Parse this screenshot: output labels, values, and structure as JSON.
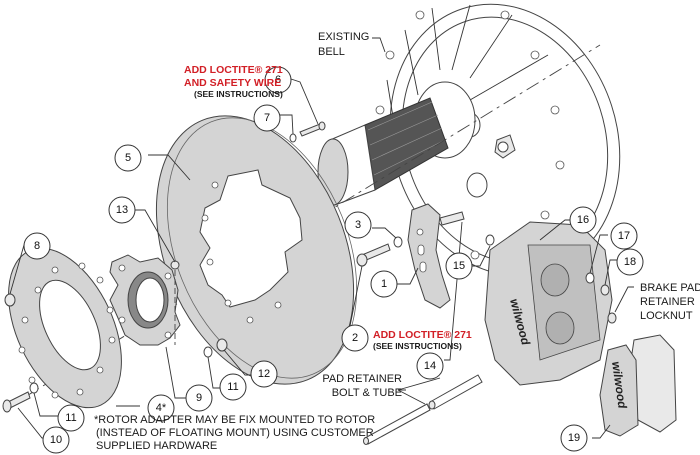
{
  "diagram": {
    "title": "Brake kit exploded assembly view",
    "accent_color": "#d21f26",
    "part_fill_color": "#d4d4d4",
    "callouts": [
      {
        "id": "c1",
        "number": "1"
      },
      {
        "id": "c2",
        "number": "2"
      },
      {
        "id": "c3",
        "number": "3"
      },
      {
        "id": "c4",
        "number": "4*"
      },
      {
        "id": "c5",
        "number": "5"
      },
      {
        "id": "c6",
        "number": "6"
      },
      {
        "id": "c7",
        "number": "7"
      },
      {
        "id": "c8",
        "number": "8"
      },
      {
        "id": "c9",
        "number": "9"
      },
      {
        "id": "c10",
        "number": "10"
      },
      {
        "id": "c11a",
        "number": "11"
      },
      {
        "id": "c11b",
        "number": "11"
      },
      {
        "id": "c12",
        "number": "12"
      },
      {
        "id": "c13",
        "number": "13"
      },
      {
        "id": "c14",
        "number": "14"
      },
      {
        "id": "c15",
        "number": "15"
      },
      {
        "id": "c16",
        "number": "16"
      },
      {
        "id": "c17",
        "number": "17"
      },
      {
        "id": "c18",
        "number": "18"
      },
      {
        "id": "c19",
        "number": "19"
      }
    ],
    "labels": {
      "existing_bell": [
        "EXISTING",
        "BELL"
      ],
      "brake_pad_retainer_locknut": [
        "BRAKE PAD",
        "RETAINER",
        "LOCKNUT"
      ],
      "pad_retainer_bolt_tube": [
        "PAD RETAINER",
        "BOLT & TUBE"
      ]
    },
    "instructions": {
      "loctite_safety_wire": {
        "line1": "ADD LOCTITE® 271",
        "line2": "AND SAFETY WIRE",
        "sub": "(SEE INSTRUCTIONS)"
      },
      "loctite_271": {
        "line1": "ADD LOCTITE® 271",
        "sub": "(SEE INSTRUCTIONS)"
      }
    },
    "footnote": [
      "*ROTOR ADAPTER MAY BE FIX MOUNTED TO ROTOR",
      "(INSTEAD OF FLOATING MOUNT) USING CUSTOMER",
      "SUPPLIED HARDWARE"
    ],
    "brand_mark": "wilwood"
  }
}
